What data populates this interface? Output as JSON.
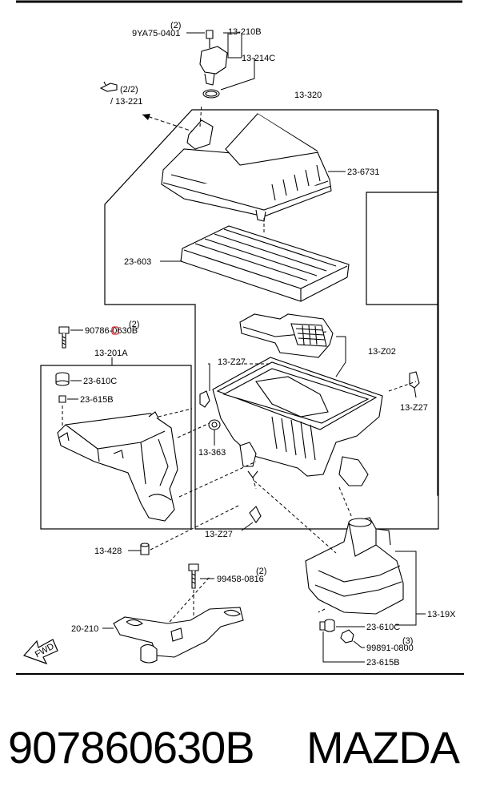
{
  "labels": {
    "l_9ya75": "9YA75-0401",
    "q_2a": "(2)",
    "l_13_210b": "13-210B",
    "l_13_214c": "13-214C",
    "ref_2of2": "(2/2)",
    "ref_13_221": "/ 13-221",
    "l_13_320": "13-320",
    "l_23_6731": "23-6731",
    "l_23_603": "23-603",
    "l_90786": "90786-0630B",
    "q_2b": "(2)",
    "l_13_201a": "13-201A",
    "l_23_610c_a": "23-610C",
    "l_23_615b_a": "23-615B",
    "l_13_z27_a": "13-Z27",
    "l_13_z02": "13-Z02",
    "l_13_z27_b": "13-Z27",
    "l_13_363": "13-363",
    "l_13_z27_c": "13-Z27",
    "l_13_428": "13-428",
    "l_99458": "99458-0816",
    "q_2c": "(2)",
    "l_20_210": "20-210",
    "l_13_19x": "13-19X",
    "l_23_610c_b": "23-610C",
    "l_99891": "99891-0800",
    "q_3": "(3)",
    "l_23_615b_b": "23-615B",
    "fwd": "FWD"
  },
  "caption": {
    "part_number": "907860630B",
    "brand": "MAZDA"
  },
  "colors": {
    "line": "#000000",
    "highlight": "#e0212a"
  }
}
